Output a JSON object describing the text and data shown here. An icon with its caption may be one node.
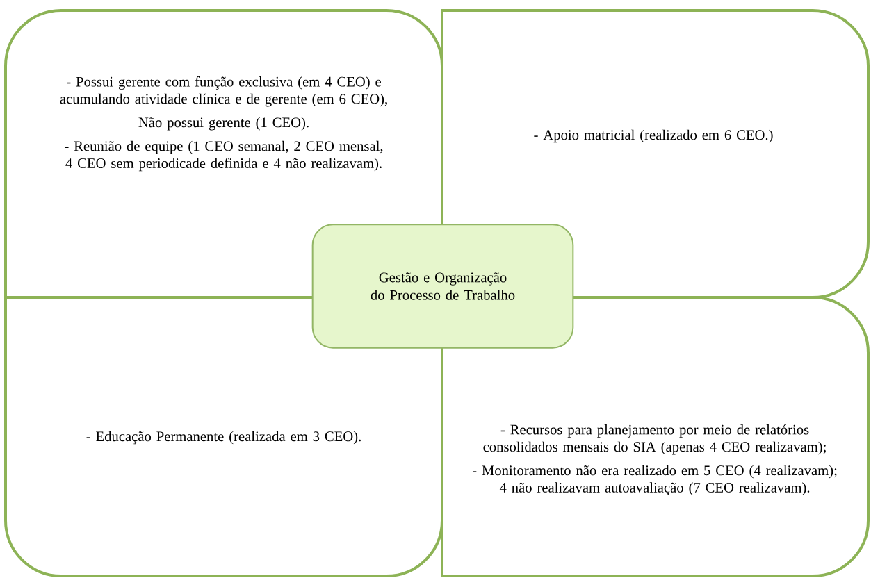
{
  "diagram": {
    "nodes": [
      {
        "text": [
          "- Possui gerente com função exclusiva (em 4 CEO) e acumulando atividade clínica e de gerente (em 6 CEO),",
          "Não possui gerente (1 CEO).",
          "- Reunião de equipe (1 CEO semanal, 2 CEO mensal, 4 CEO sem periodicade definida e 4 não realizavam)."
        ]
      },
      {
        "text": [
          "- Apoio matricial (realizado em 6 CEO.)"
        ]
      },
      {
        "text": [
          "- Educação Permanente (realizada em 3 CEO)."
        ]
      },
      {
        "text": [
          "- Recursos para planejamento por meio de relatórios consolidados mensais do SIA (apenas 4 CEO realizavam);",
          "- Monitoramento não era realizado em 5 CEO (4 realizavam); 4 não realizavam autoavaliação (7 CEO realizavam)."
        ]
      },
      {
        "text": [
          "Gestão e Organização do Processo de Trabalho"
        ]
      }
    ]
  }
}
